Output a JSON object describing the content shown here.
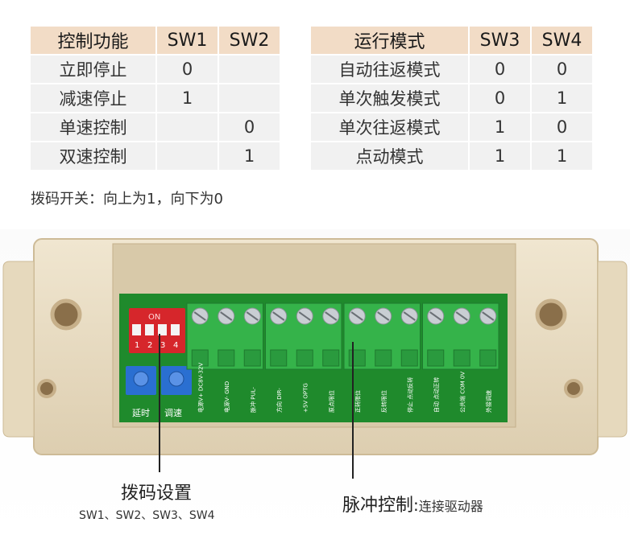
{
  "table_control": {
    "headers": [
      "控制功能",
      "SW1",
      "SW2"
    ],
    "rows": [
      [
        "立即停止",
        "0",
        ""
      ],
      [
        "减速停止",
        "1",
        ""
      ],
      [
        "单速控制",
        "",
        "0"
      ],
      [
        "双速控制",
        "",
        "1"
      ]
    ]
  },
  "table_mode": {
    "headers": [
      "运行模式",
      "SW3",
      "SW4"
    ],
    "rows": [
      [
        "自动往返模式",
        "0",
        "0"
      ],
      [
        "单次触发模式",
        "0",
        "1"
      ],
      [
        "单次往返模式",
        "1",
        "0"
      ],
      [
        "点动模式",
        "1",
        "1"
      ]
    ]
  },
  "note": "拨码开关：向上为1，向下为0",
  "device": {
    "dip_labels": [
      "1",
      "2",
      "3",
      "4"
    ],
    "dip_header": "ON",
    "pot_labels": [
      "延时",
      "调速"
    ],
    "terminal_labels": [
      "电源V+ DC8V-32V",
      "电源V- GND",
      "脉冲 PUL-",
      "方向 DIR-",
      "+5V OPTG",
      "原点限位",
      "正转限位",
      "反转限位",
      "停止 点动反转",
      "自动 点动正转",
      "公共端 COM 0V",
      "外接调速"
    ]
  },
  "captions": {
    "dip_title": "拨码设置",
    "dip_sub": "SW1、SW2、SW3、SW4",
    "pulse_title": "脉冲控制",
    "pulse_sub": "连接驱动器"
  },
  "colors": {
    "header_bg": "#f2dcc6",
    "cell_bg": "#f1f1f1",
    "enclosure": "#e9dcc2",
    "pcb": "#1f8a2c",
    "terminal": "#35b34a",
    "dip": "#d6262b",
    "pot": "#2a6fd1"
  }
}
